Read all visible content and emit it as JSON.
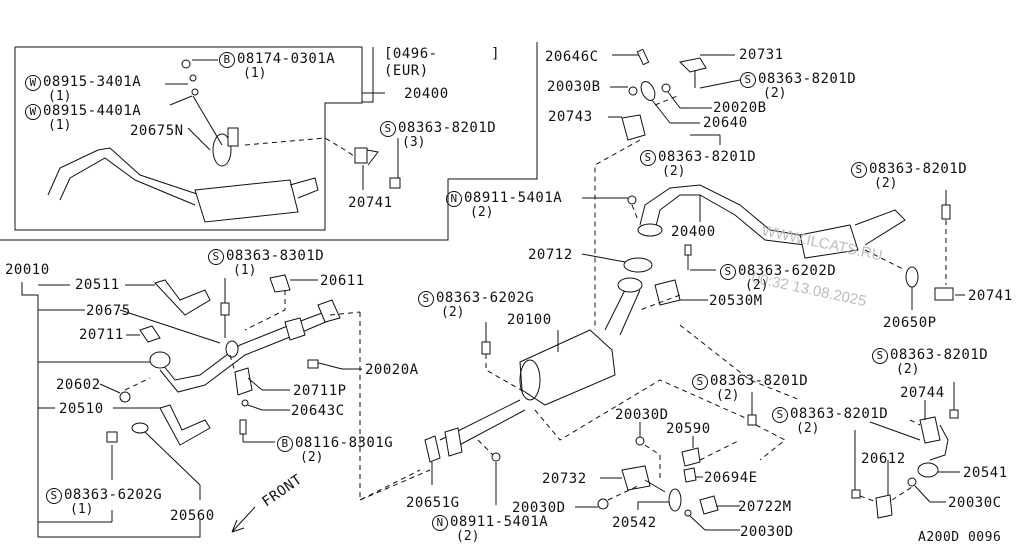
{
  "diagram": {
    "code": "A200D 0096",
    "watermark": {
      "line1": "WWW.ILCATS.RU",
      "line2": "00:32 13.08.2025"
    },
    "front_label": "FRONT",
    "inset": {
      "period": "[0496-      ]",
      "market": "(EUR)",
      "assembly": "20400"
    },
    "labels": [
      {
        "id": "inset-bolt",
        "badge": "B",
        "part": "08174-0301A",
        "qty": "(1)"
      },
      {
        "id": "inset-washer-1",
        "badge": "W",
        "part": "08915-3401A",
        "qty": "(1)"
      },
      {
        "id": "inset-washer-2",
        "badge": "W",
        "part": "08915-4401A",
        "qty": "(1)"
      },
      {
        "id": "inset-clamp",
        "part": "20675N"
      },
      {
        "id": "inset-screw",
        "badge": "S",
        "part": "08363-8201D",
        "qty": "(3)"
      },
      {
        "id": "inset-bracket",
        "part": "20741"
      },
      {
        "id": "rod",
        "part": "20646C"
      },
      {
        "id": "nut-b",
        "part": "20030B"
      },
      {
        "id": "bracket-743",
        "part": "20743"
      },
      {
        "id": "bracket-731",
        "part": "20731"
      },
      {
        "id": "screw-731",
        "badge": "S",
        "part": "08363-8201D",
        "qty": "(2)"
      },
      {
        "id": "bolt-020b",
        "part": "20020B"
      },
      {
        "id": "hanger-640",
        "part": "20640"
      },
      {
        "id": "screw-743",
        "badge": "S",
        "part": "08363-8201D",
        "qty": "(2)"
      },
      {
        "id": "nut-n-top",
        "badge": "N",
        "part": "08911-5401A",
        "qty": "(2)"
      },
      {
        "id": "pipe-400",
        "part": "20400"
      },
      {
        "id": "screw-right-top",
        "badge": "S",
        "part": "08363-8201D",
        "qty": "(2)"
      },
      {
        "id": "gasket-712",
        "part": "20712"
      },
      {
        "id": "screw-530m",
        "badge": "S",
        "part": "08363-6202D",
        "qty": "(2)"
      },
      {
        "id": "insulator-530m",
        "part": "20530M"
      },
      {
        "id": "mount-650p",
        "part": "20650P"
      },
      {
        "id": "bracket-741",
        "part": "20741"
      },
      {
        "id": "front-tube-assy",
        "part": "20010"
      },
      {
        "id": "screw-8301d",
        "badge": "S",
        "part": "08363-8301D",
        "qty": "(1)"
      },
      {
        "id": "bracket-611",
        "part": "20611"
      },
      {
        "id": "insulator-511",
        "part": "20511"
      },
      {
        "id": "clamp-675",
        "part": "20675"
      },
      {
        "id": "gasket-711",
        "part": "20711"
      },
      {
        "id": "bolt-020a",
        "part": "20020A"
      },
      {
        "id": "nut-602",
        "part": "20602"
      },
      {
        "id": "bracket-711p",
        "part": "20711P"
      },
      {
        "id": "insulator-510",
        "part": "20510"
      },
      {
        "id": "washer-643c",
        "part": "20643C"
      },
      {
        "id": "bolt-8301g",
        "badge": "B",
        "part": "08116-8301G",
        "qty": "(2)"
      },
      {
        "id": "screw-6202g-left",
        "badge": "S",
        "part": "08363-6202G",
        "qty": "(1)"
      },
      {
        "id": "sensor-560",
        "part": "20560"
      },
      {
        "id": "screw-6202g-mid",
        "badge": "S",
        "part": "08363-6202G",
        "qty": "(2)"
      },
      {
        "id": "center-muffler",
        "part": "20100"
      },
      {
        "id": "gasket-651g",
        "part": "20651G"
      },
      {
        "id": "nut-n-bottom",
        "badge": "N",
        "part": "08911-5401A",
        "qty": "(2)"
      },
      {
        "id": "nut-030d-a",
        "part": "20030D"
      },
      {
        "id": "mount-590",
        "part": "20590"
      },
      {
        "id": "screw-8201d-mid",
        "badge": "S",
        "part": "08363-8201D",
        "qty": "(2)"
      },
      {
        "id": "bracket-732",
        "part": "20732"
      },
      {
        "id": "clip-694e",
        "part": "20694E"
      },
      {
        "id": "nut-030d-b",
        "part": "20030D"
      },
      {
        "id": "mount-542",
        "part": "20542"
      },
      {
        "id": "bracket-722m",
        "part": "20722M"
      },
      {
        "id": "nut-030d-c",
        "part": "20030D"
      },
      {
        "id": "screw-8201d-right",
        "badge": "S",
        "part": "08363-8201D",
        "qty": "(2)"
      },
      {
        "id": "screw-8201d-lower",
        "badge": "S",
        "part": "08363-8201D",
        "qty": "(2)"
      },
      {
        "id": "bracket-744",
        "part": "20744"
      },
      {
        "id": "bracket-612",
        "part": "20612"
      },
      {
        "id": "mount-541",
        "part": "20541"
      },
      {
        "id": "nut-030c",
        "part": "20030C"
      }
    ]
  }
}
